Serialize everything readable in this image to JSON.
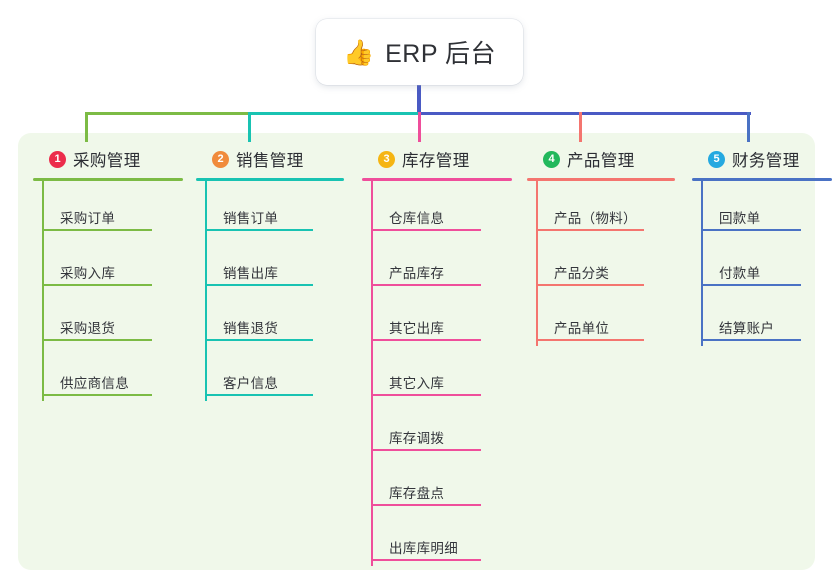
{
  "root": {
    "icon": "thumbs-up-icon",
    "emoji": "👍",
    "title": "ERP 后台"
  },
  "colors": {
    "canvas_bg": "#f0f8ea",
    "root_stem": "#4a5ac4",
    "branch_1": "#7cbb45",
    "branch_2": "#19c3b2",
    "branch_3": "#ef4e9b",
    "branch_4": "#f4756f",
    "branch_5": "#4a72c4",
    "badge_1": "#ec2c4b",
    "badge_2": "#f08b3c",
    "badge_3": "#f5b513",
    "badge_4": "#22b85c",
    "badge_5": "#25a9e0"
  },
  "branches": [
    {
      "index": "1",
      "badge_color": "#ec2c4b",
      "line_color": "#7cbb45",
      "title": "采购管理",
      "children": [
        {
          "label": "采购订单"
        },
        {
          "label": "采购入库"
        },
        {
          "label": "采购退货"
        },
        {
          "label": "供应商信息"
        }
      ]
    },
    {
      "index": "2",
      "badge_color": "#f08b3c",
      "line_color": "#19c3b2",
      "title": "销售管理",
      "children": [
        {
          "label": "销售订单"
        },
        {
          "label": "销售出库"
        },
        {
          "label": "销售退货"
        },
        {
          "label": "客户信息"
        }
      ]
    },
    {
      "index": "3",
      "badge_color": "#f5b513",
      "line_color": "#ef4e9b",
      "title": "库存管理",
      "children": [
        {
          "label": "仓库信息"
        },
        {
          "label": "产品库存"
        },
        {
          "label": "其它出库"
        },
        {
          "label": "其它入库"
        },
        {
          "label": "库存调拨"
        },
        {
          "label": "库存盘点"
        },
        {
          "label": "出库库明细"
        }
      ]
    },
    {
      "index": "4",
      "badge_color": "#22b85c",
      "line_color": "#f4756f",
      "title": "产品管理",
      "children": [
        {
          "label": "产品（物料）"
        },
        {
          "label": "产品分类"
        },
        {
          "label": "产品单位"
        }
      ]
    },
    {
      "index": "5",
      "badge_color": "#25a9e0",
      "line_color": "#4a72c4",
      "title": "财务管理",
      "children": [
        {
          "label": "回款单"
        },
        {
          "label": "付款单"
        },
        {
          "label": "结算账户"
        }
      ]
    }
  ]
}
